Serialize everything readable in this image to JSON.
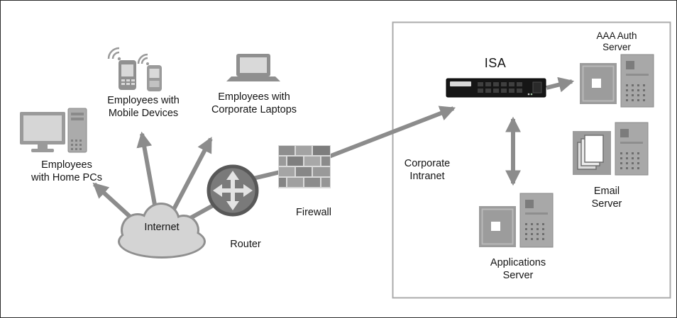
{
  "labels": {
    "home_pcs": "Employees\nwith Home PCs",
    "mobile_devices": "Employees with\nMobile Devices",
    "corporate_laptops": "Employees with\nCorporate Laptops",
    "internet": "Internet",
    "router": "Router",
    "firewall": "Firewall",
    "corporate_intranet": "Corporate\nIntranet",
    "isa": "ISA",
    "aaa_auth_server": "AAA Auth Server",
    "email_server": "Email\nServer",
    "applications_server": "Applications\nServer"
  },
  "colors": {
    "arrow_gray": "#8c8c8c",
    "box_border": "#ababab",
    "device_gray": "#9c9c9c",
    "device_light": "#d6d6d6",
    "appliance_black": "#161616",
    "cloud_fill": "#d4d4d4",
    "cloud_outline": "#8f8f8f",
    "text": "#141414"
  },
  "icons": [
    "home-pc-icon",
    "mobile-devices-icon",
    "wifi-signal-icon",
    "corporate-laptop-icon",
    "internet-cloud-icon",
    "router-icon",
    "firewall-icon",
    "isa-appliance-icon",
    "aaa-auth-server-icon",
    "email-server-icon",
    "applications-server-icon"
  ],
  "connections": [
    {
      "from": "internet",
      "to": "home_pcs",
      "type": "arrow"
    },
    {
      "from": "internet",
      "to": "mobile_devices",
      "type": "arrow"
    },
    {
      "from": "internet",
      "to": "corporate_laptops",
      "type": "arrow"
    },
    {
      "from": "internet",
      "to": "router",
      "type": "line"
    },
    {
      "from": "router",
      "to": "firewall",
      "type": "line"
    },
    {
      "from": "firewall",
      "to": "isa",
      "type": "arrow"
    },
    {
      "from": "isa",
      "to": "aaa_auth_server",
      "type": "arrow"
    },
    {
      "from": "isa",
      "to": "applications_server",
      "type": "double-arrow"
    }
  ]
}
